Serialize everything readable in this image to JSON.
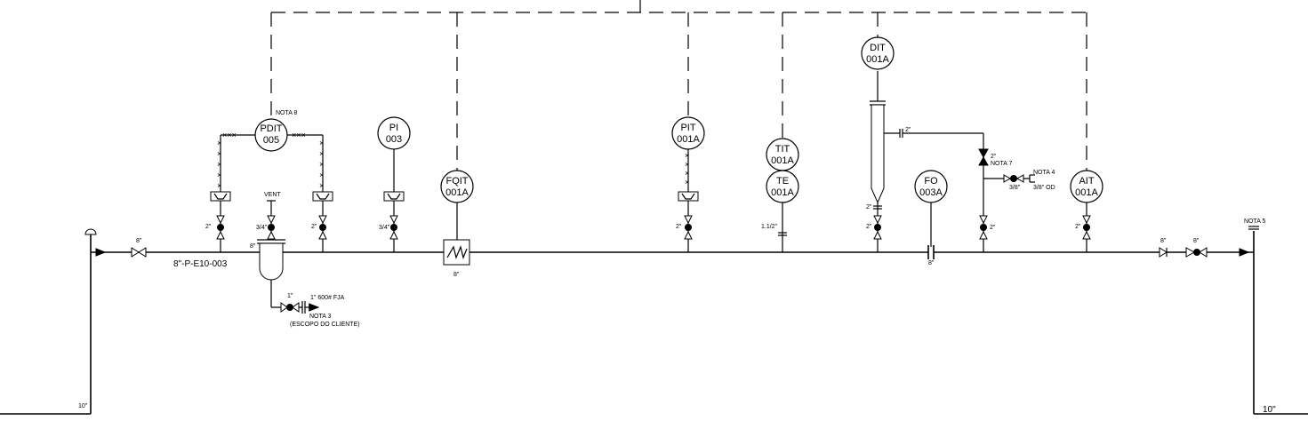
{
  "line_number": "8\"-P-E10-003",
  "instruments": {
    "pdit": [
      "PDIT",
      "005"
    ],
    "pi": [
      "PI",
      "003"
    ],
    "fqit": [
      "FQIT",
      "001A"
    ],
    "pit": [
      "PIT",
      "001A"
    ],
    "tit": [
      "TIT",
      "001A"
    ],
    "te": [
      "TE",
      "001A"
    ],
    "dit": [
      "DIT",
      "001A"
    ],
    "fo": [
      "FO",
      "003A"
    ],
    "ait": [
      "AIT",
      "001A"
    ]
  },
  "notes": {
    "nota8": "NOTA 8",
    "nota3": "NOTA 3",
    "escopo": "(ESCOPO DO CLIENTE)",
    "nota7": "NOTA 7",
    "nota4": "NOTA 4",
    "nota5": "NOTA 5",
    "vent": "VENT"
  },
  "sizes": {
    "inlet_valve": "8\"",
    "inlet_riser": "10\"",
    "outlet_riser": "10\"",
    "pdit_left": "2\"",
    "vent_valve": "3/4\"",
    "pot_top": "8\"",
    "pdit_right": "2\"",
    "pi_valve": "3/4\"",
    "fqit_size": "8\"",
    "pit_valve": "2\"",
    "te_conn": "1.1/2\"",
    "dit_bottom_flange": "2\"",
    "dit_bottom_valve": "2\"",
    "dit_side": "2\"",
    "nota7_valve": "2\"",
    "nota4_valve": "3/8\"",
    "nota4_tube": "3/8\" OD",
    "branch_valve": "2\"",
    "fo_size": "8\"",
    "ait_valve": "2\"",
    "drain_valve": "1\"",
    "drain_flange": "1\" 600# FJA",
    "check_valve": "8\"",
    "outlet_valve": "8\""
  }
}
